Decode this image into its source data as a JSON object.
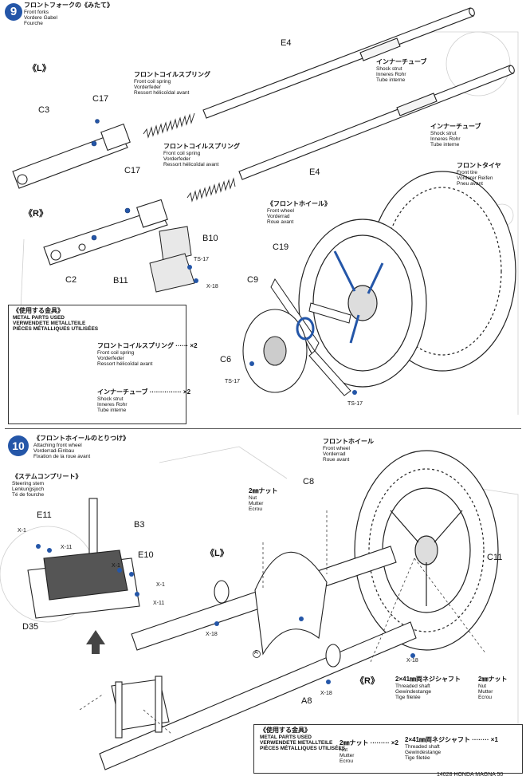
{
  "step9": {
    "number": "9",
    "title_lines": [
      "フロントフォークの《みたて》",
      "Front forks",
      "Vordere Gabel",
      "Fourche"
    ],
    "side_left": "《L》",
    "side_right": "《R》",
    "front_coil_spring_1": [
      "フロントコイルスプリング",
      "Front coil spring",
      "Vorderfeder",
      "Ressort hélicoïdal avant"
    ],
    "front_coil_spring_2": [
      "フロントコイルスプリング",
      "Front coil spring",
      "Vorderfeder",
      "Ressort hélicoïdal avant"
    ],
    "inner_tube_1": [
      "インナーチューブ",
      "Shock strut",
      "Inneres Rohr",
      "Tube interne"
    ],
    "inner_tube_2": [
      "インナーチューブ",
      "Shock strut",
      "Inneres Rohr",
      "Tube interne"
    ],
    "front_tire": [
      "フロントタイヤ",
      "Front tire",
      "Vorderer Reifen",
      "Pneu avant"
    ],
    "front_wheel": [
      "《フロントホイール》",
      "Front wheel",
      "Vorderrad",
      "Roue avant"
    ],
    "parts": {
      "e4_top": "E4",
      "e4_mid": "E4",
      "c3": "C3",
      "c17_top": "C17",
      "c17_mid": "C17",
      "b10": "B10",
      "b11": "B11",
      "c2": "C2",
      "ts17_a": "TS-17",
      "x18_a": "X-18",
      "c19": "C19",
      "c9": "C9",
      "c6": "C6",
      "ts17_b": "TS-17",
      "ts17_c": "TS-17"
    },
    "metal_parts": {
      "header": [
        "《使用する金具》",
        "METAL PARTS USED",
        "VERWENDETE METALLTEILE",
        "PIÈCES MÉTALLIQUES UTILISÉES"
      ],
      "spring_label": [
        "フロントコイルスプリング ······ ×2",
        "Front coil spring",
        "Vorderfeder",
        "Ressort hélicoïdal avant"
      ],
      "tube_label": [
        "インナーチューブ ··············· ×2",
        "Shock strut",
        "Inneres Rohr",
        "Tube interne"
      ]
    }
  },
  "step10": {
    "number": "10",
    "title_lines": [
      "《フロントホイールのとりつけ》",
      "Attaching front wheel",
      "Vorderrad-Einbau",
      "Fixation de la roue avant"
    ],
    "steering_stem": [
      "《ステムコンプリート》",
      "Steering stem",
      "Lenkungsjoch",
      "Té de fourche"
    ],
    "front_wheel": [
      "フロントホイール",
      "Front wheel",
      "Vorderrad",
      "Roue avant"
    ],
    "nut_2mm": [
      "2㎜ナット",
      "Nut",
      "Mutter",
      "Ecrou"
    ],
    "threaded_shaft": [
      "2×41㎜両ネジシャフト",
      "Threaded shaft",
      "Gewindestange",
      "Tige filetée"
    ],
    "nut_2mm_b": [
      "2㎜ナット",
      "Nut",
      "Mutter",
      "Ecrou"
    ],
    "side_left": "《L》",
    "side_right": "《R》",
    "parts": {
      "e11": "E11",
      "b3": "B3",
      "x1_a": "X-1",
      "x11_a": "X-11",
      "e10": "E10",
      "x1_b": "X-1",
      "x1_c": "X-1",
      "x11_b": "X-11",
      "d35": "D35",
      "c8": "C8",
      "c11": "C11",
      "x18_a": "X-18",
      "x18_b": "X-18",
      "a8": "A8",
      "x18_c": "X-18",
      "mark_a": "A"
    },
    "metal_parts": {
      "header": [
        "《使用する金具》",
        "METAL PARTS USED",
        "VERWENDETE METALLTEILE",
        "PIÈCES MÉTALLIQUES UTILISÉES"
      ],
      "nut": [
        "2㎜ナット ········· ×2",
        "Nut",
        "Mutter",
        "Ecrou"
      ],
      "shaft": [
        "2×41㎜両ネジシャフト ········ ×1",
        "Threaded shaft",
        "Gewindestange",
        "Tige filetée"
      ]
    }
  },
  "footer": "14028 HONDA MAGNA 50",
  "colors": {
    "accent": "#2456a8",
    "line": "#222222"
  }
}
